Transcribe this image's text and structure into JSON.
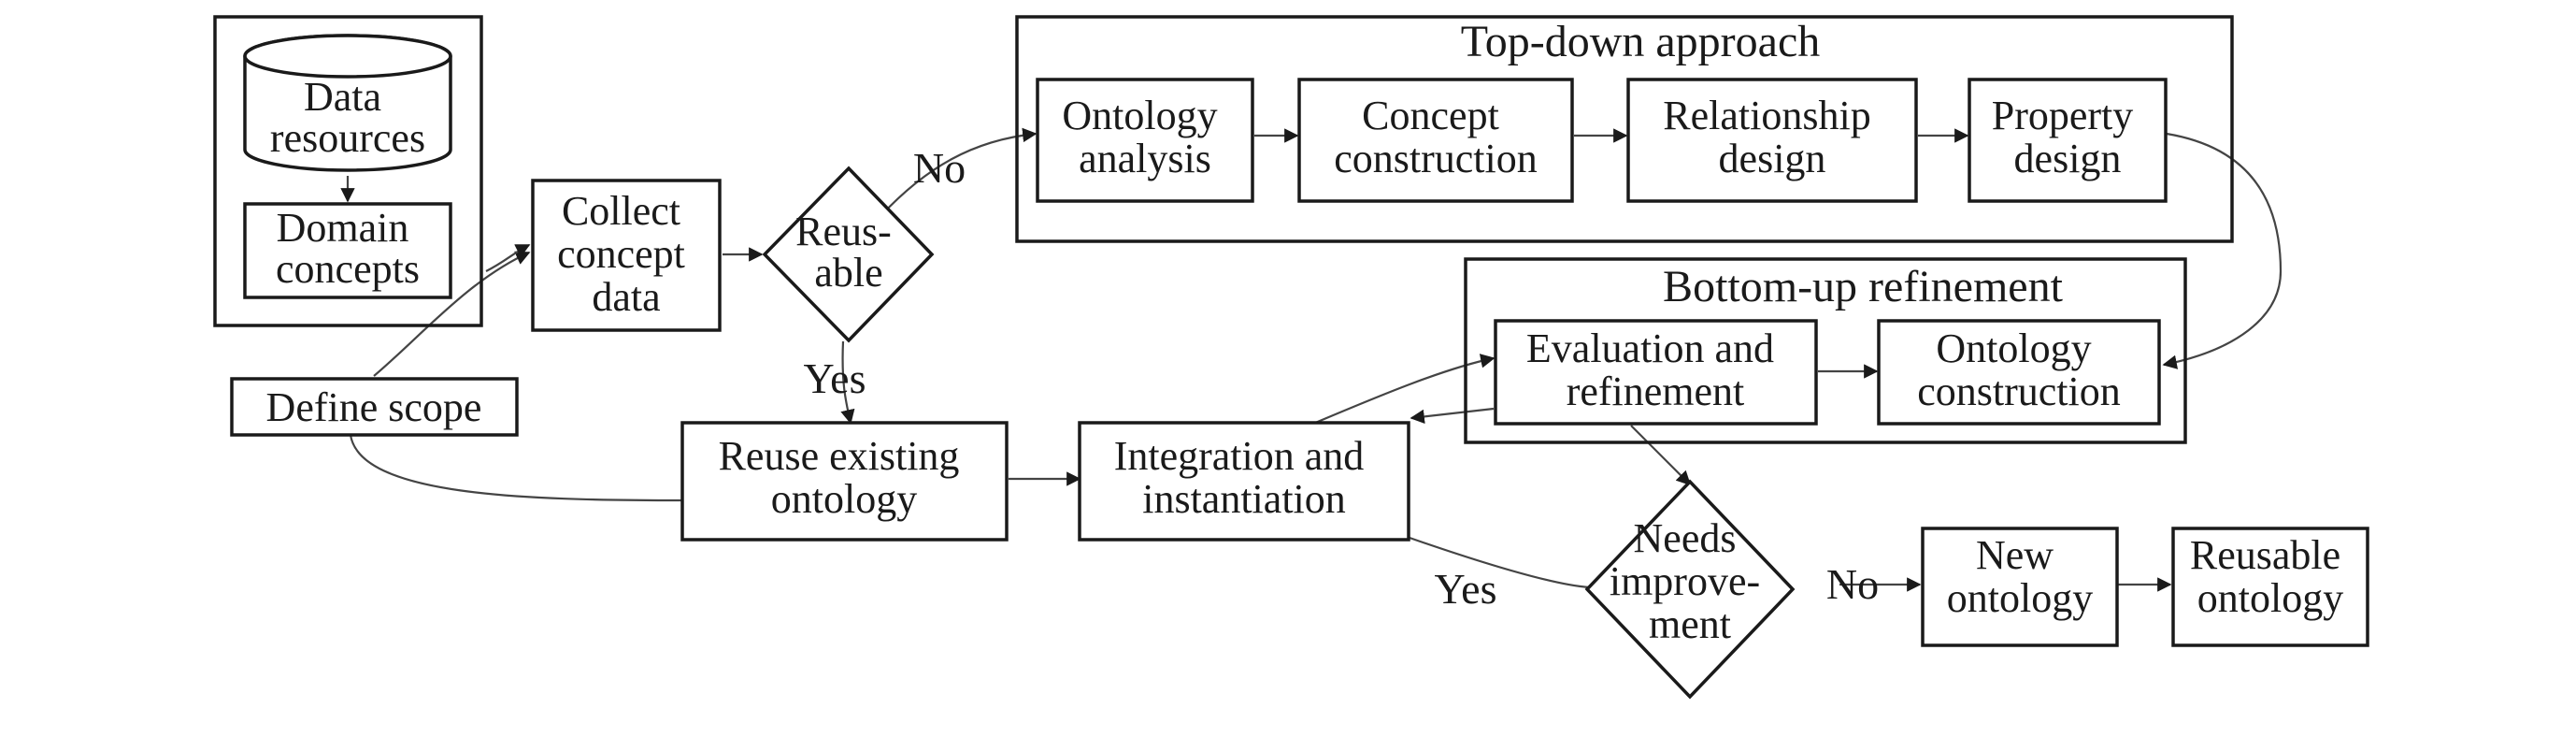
{
  "colors": {
    "ink": "#1a1a1a",
    "connector": "#444444",
    "background": "#ffffff"
  },
  "diagram": {
    "groups": {
      "top_down": {
        "title": "Top-down approach"
      },
      "bottom_up": {
        "title": "Bottom-up refinement"
      }
    },
    "nodes": {
      "data_resources": {
        "line1": "Data",
        "line2": "resources"
      },
      "domain_concepts": {
        "line1": "Domain",
        "line2": "concepts"
      },
      "collect_concept_data": {
        "line1": "Collect",
        "line2": "concept",
        "line3": "data"
      },
      "reusable_decision": {
        "line1": "Reus-",
        "line2": "able"
      },
      "define_scope": {
        "label": "Define scope"
      },
      "reuse_existing_ontology": {
        "line1": "Reuse existing",
        "line2": "ontology"
      },
      "integration_instantiation": {
        "line1": "Integration and",
        "line2": "instantiation"
      },
      "ontology_analysis": {
        "line1": "Ontology",
        "line2": "analysis"
      },
      "concept_construction": {
        "line1": "Concept",
        "line2": "construction"
      },
      "relationship_design": {
        "line1": "Relationship",
        "line2": "design"
      },
      "property_design": {
        "line1": "Property",
        "line2": "design"
      },
      "evaluation_refinement": {
        "line1": "Evaluation and",
        "line2": "refinement"
      },
      "ontology_construction": {
        "line1": "Ontology",
        "line2": "construction"
      },
      "needs_improvement_decision": {
        "line1": "Needs",
        "line2": "improve-",
        "line3": "ment"
      },
      "new_ontology": {
        "line1": "New",
        "line2": "ontology"
      },
      "reusable_ontology": {
        "line1": "Reusable",
        "line2": "ontology"
      }
    },
    "edge_labels": {
      "reusable_no": "No",
      "reusable_yes": "Yes",
      "improve_yes": "Yes",
      "improve_no": "No"
    }
  }
}
